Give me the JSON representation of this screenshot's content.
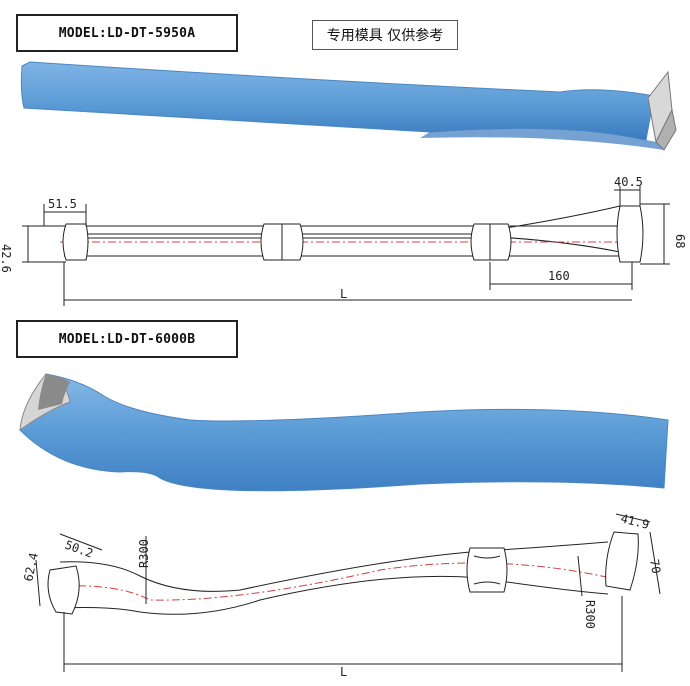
{
  "colors": {
    "part_blue": "#5b9bd5",
    "part_blue_dark": "#3a7bbf",
    "centerline": "#d04040",
    "line": "#222222"
  },
  "top": {
    "model_label": "MODEL:LD-DT-5950A",
    "note": "专用模具 仅供参考",
    "dims": {
      "end_width": "51.5",
      "end_height": "42.6",
      "tip_width": "40.5",
      "tip_height": "68",
      "flare_length": "160",
      "length": "L"
    }
  },
  "bottom": {
    "model_label": "MODEL:LD-DT-6000B",
    "dims": {
      "end_width": "50.2",
      "end_height": "62.4",
      "radius_left": "R300",
      "tip_width": "41.9",
      "tip_height": "70",
      "radius_right": "R300",
      "length": "L"
    }
  }
}
